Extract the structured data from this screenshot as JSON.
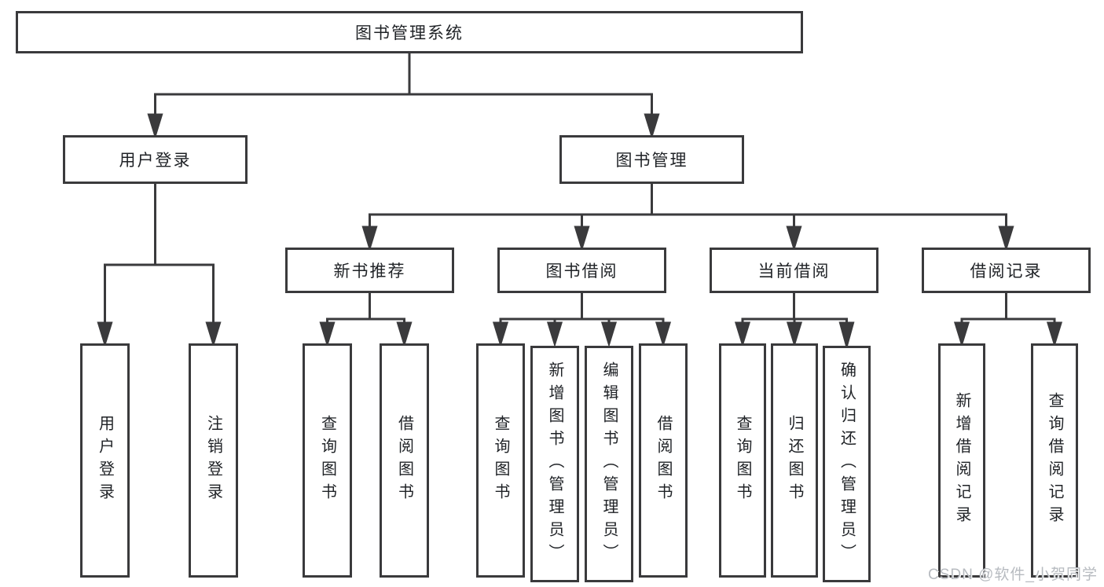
{
  "diagram": {
    "root": {
      "label": "图书管理系统"
    },
    "level2": [
      {
        "label": "用户登录"
      },
      {
        "label": "图书管理"
      }
    ],
    "level3": [
      {
        "label": "新书推荐"
      },
      {
        "label": "图书借阅"
      },
      {
        "label": "当前借阅"
      },
      {
        "label": "借阅记录"
      }
    ],
    "leaves": [
      {
        "label": "用户登录"
      },
      {
        "label": "注销登录"
      },
      {
        "label": "查询图书"
      },
      {
        "label": "借阅图书"
      },
      {
        "label": "查询图书"
      },
      {
        "label": "新增图书（管理员）"
      },
      {
        "label": "编辑图书（管理员）"
      },
      {
        "label": "借阅图书"
      },
      {
        "label": "查询图书"
      },
      {
        "label": "归还图书"
      },
      {
        "label": "确认归还（管理员）"
      },
      {
        "label": "新增借阅记录"
      },
      {
        "label": "查询借阅记录"
      }
    ]
  },
  "watermark": {
    "text": "CSDN @软件_小贺同学"
  },
  "colors": {
    "line": "#3a3a3c",
    "box_border": "#3a3a3c",
    "text": "#1f2226",
    "background": "#ffffff",
    "watermark": "#b7bbc0"
  }
}
